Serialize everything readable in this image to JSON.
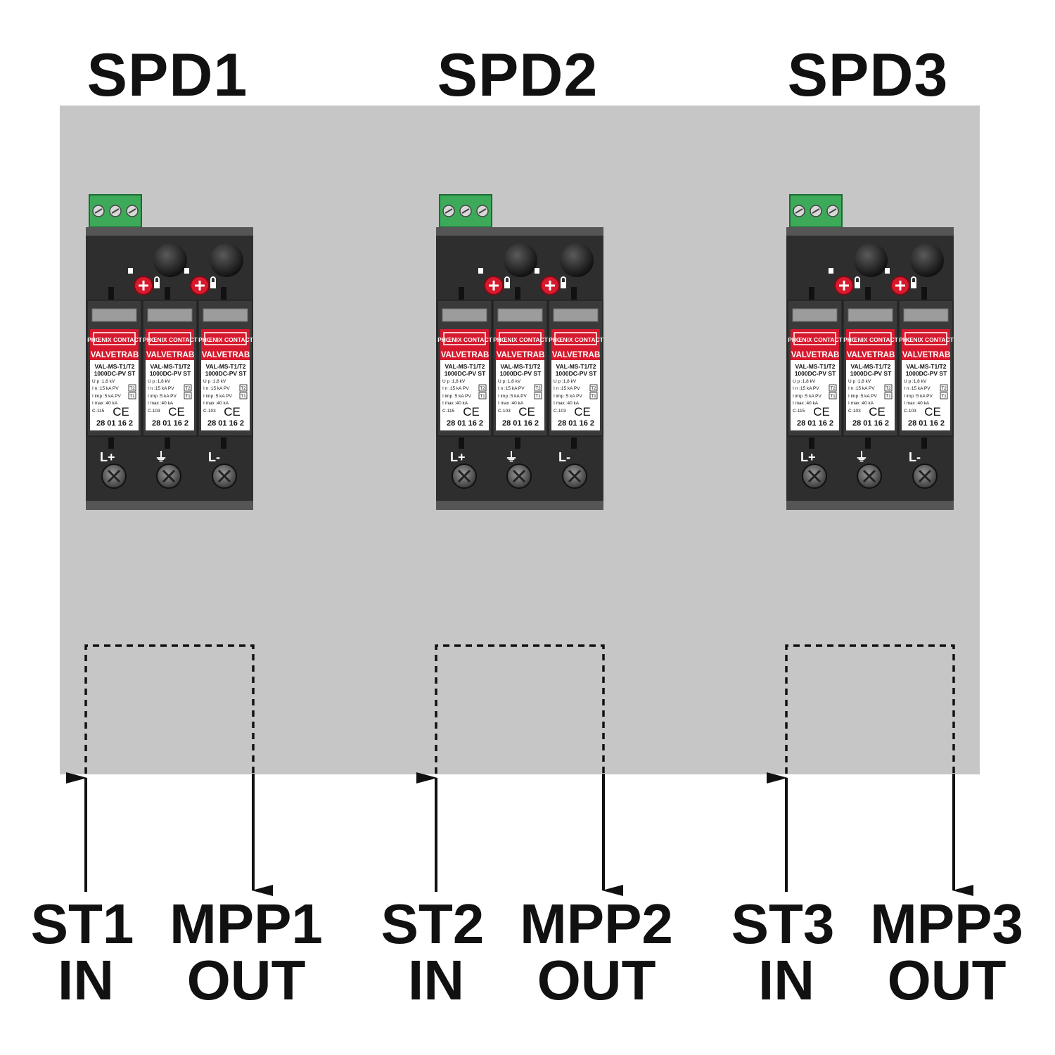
{
  "diagram": {
    "spds": [
      {
        "title": "SPD1",
        "input_label": "ST1",
        "input_sub": "IN",
        "output_label": "MPP1",
        "output_sub": "OUT",
        "terminals": [
          "L+",
          "⏚",
          "L-"
        ],
        "modules": [
          {
            "brand": "PHŒNIX CONTACT",
            "product": "VALVETRAB",
            "model": "VAL-MS-T1/T2",
            "rating": "1000DC-PV ST",
            "up": "U p   :1,8 kV",
            "in": "I n    :15 kA PV",
            "iimp": "I imp :5   kA PV",
            "imax": "I max :40 kA",
            "code": "C-115",
            "ce": "CE",
            "article": "28 01 16 2",
            "cls_in": "T2",
            "cls_imp": "T1"
          },
          {
            "brand": "PHŒNIX CONTACT",
            "product": "VALVETRAB",
            "model": "VAL-MS-T1/T2",
            "rating": "1000DC-PV ST",
            "up": "U p   :1,8 kV",
            "in": "I n    :15 kA PV",
            "iimp": "I imp :5   kA PV",
            "imax": "I max :40 kA",
            "code": "C-103",
            "ce": "CE",
            "article": "28 01 16 2",
            "cls_in": "T2",
            "cls_imp": "T1"
          },
          {
            "brand": "PHŒNIX CONTACT",
            "product": "VALVETRAB",
            "model": "VAL-MS-T1/T2",
            "rating": "1000DC-PV ST",
            "up": "U p   :1,8 kV",
            "in": "I n    :15 kA PV",
            "iimp": "I imp :5   kA PV",
            "imax": "I max :40 kA",
            "code": "C-103",
            "ce": "CE",
            "article": "28 01 16 2",
            "cls_in": "T2",
            "cls_imp": "T1"
          }
        ]
      },
      {
        "title": "SPD2",
        "input_label": "ST2",
        "input_sub": "IN",
        "output_label": "MPP2",
        "output_sub": "OUT",
        "terminals": [
          "L+",
          "⏚",
          "L-"
        ],
        "modules": [
          {
            "brand": "PHŒNIX CONTACT",
            "product": "VALVETRAB",
            "model": "VAL-MS-T1/T2",
            "rating": "1000DC-PV ST",
            "up": "U p   :1,8 kV",
            "in": "I n    :15 kA PV",
            "iimp": "I imp :5   kA PV",
            "imax": "I max :40 kA",
            "code": "C-115",
            "ce": "CE",
            "article": "28 01 16 2",
            "cls_in": "T2",
            "cls_imp": "T1"
          },
          {
            "brand": "PHŒNIX CONTACT",
            "product": "VALVETRAB",
            "model": "VAL-MS-T1/T2",
            "rating": "1000DC-PV ST",
            "up": "U p   :1,8 kV",
            "in": "I n    :15 kA PV",
            "iimp": "I imp :5   kA PV",
            "imax": "I max :40 kA",
            "code": "C-103",
            "ce": "CE",
            "article": "28 01 16 2",
            "cls_in": "T2",
            "cls_imp": "T1"
          },
          {
            "brand": "PHŒNIX CONTACT",
            "product": "VALVETRAB",
            "model": "VAL-MS-T1/T2",
            "rating": "1000DC-PV ST",
            "up": "U p   :1,8 kV",
            "in": "I n    :15 kA PV",
            "iimp": "I imp :5   kA PV",
            "imax": "I max :40 kA",
            "code": "C-103",
            "ce": "CE",
            "article": "28 01 16 2",
            "cls_in": "T2",
            "cls_imp": "T1"
          }
        ]
      },
      {
        "title": "SPD3",
        "input_label": "ST3",
        "input_sub": "IN",
        "output_label": "MPP3",
        "output_sub": "OUT",
        "terminals": [
          "L+",
          "⏚",
          "L-"
        ],
        "modules": [
          {
            "brand": "PHŒNIX CONTACT",
            "product": "VALVETRAB",
            "model": "VAL-MS-T1/T2",
            "rating": "1000DC-PV ST",
            "up": "U p   :1,8 kV",
            "in": "I n    :15 kA PV",
            "iimp": "I imp :5   kA PV",
            "imax": "I max :40 kA",
            "code": "C-115",
            "ce": "CE",
            "article": "28 01 16 2",
            "cls_in": "T2",
            "cls_imp": "T1"
          },
          {
            "brand": "PHŒNIX CONTACT",
            "product": "VALVETRAB",
            "model": "VAL-MS-T1/T2",
            "rating": "1000DC-PV ST",
            "up": "U p   :1,8 kV",
            "in": "I n    :15 kA PV",
            "iimp": "I imp :5   kA PV",
            "imax": "I max :40 kA",
            "code": "C-103",
            "ce": "CE",
            "article": "28 01 16 2",
            "cls_in": "T2",
            "cls_imp": "T1"
          },
          {
            "brand": "PHŒNIX CONTACT",
            "product": "VALVETRAB",
            "model": "VAL-MS-T1/T2",
            "rating": "1000DC-PV ST",
            "up": "U p   :1,8 kV",
            "in": "I n    :15 kA PV",
            "iimp": "I imp :5   kA PV",
            "imax": "I max :40 kA",
            "code": "C-103",
            "ce": "CE",
            "article": "28 01 16 2",
            "cls_in": "T2",
            "cls_imp": "T1"
          }
        ]
      }
    ],
    "colors": {
      "enclosure": "#c6c6c6",
      "module_body": "#2e2e2e",
      "module_dark": "#1f1f1f",
      "brand_red": "#d7192d",
      "connector_green": "#3daa5a",
      "label_white": "#ffffff",
      "text": "#111111"
    }
  }
}
